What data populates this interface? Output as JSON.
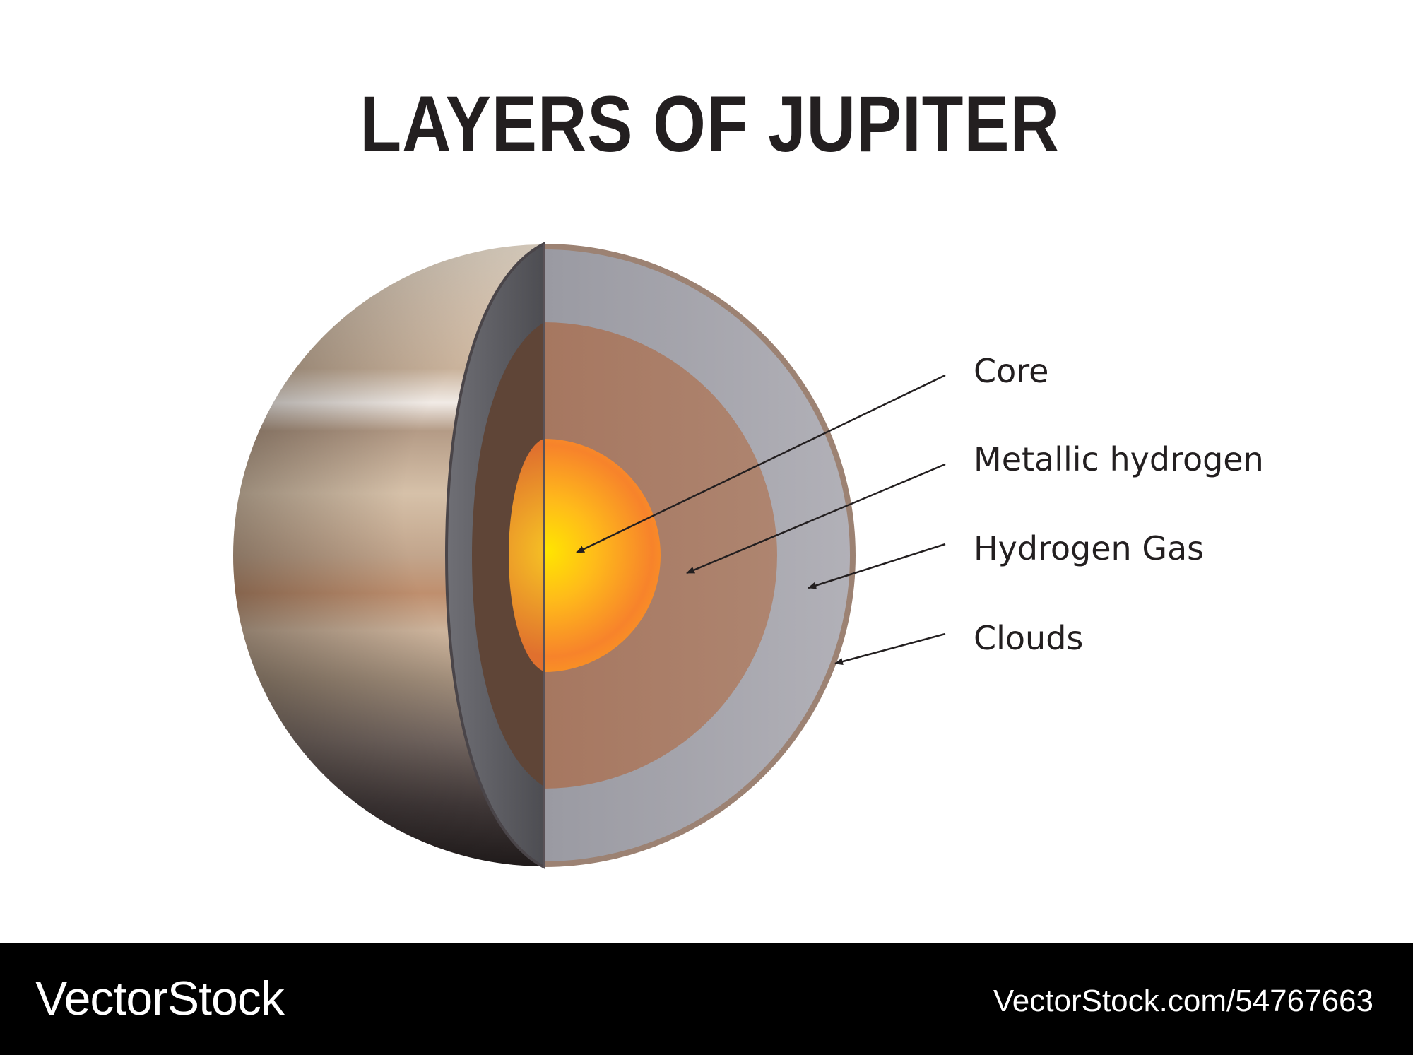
{
  "title": "LAYERS OF JUPITER",
  "layers": [
    {
      "label": "Core"
    },
    {
      "label": "Metallic hydrogen"
    },
    {
      "label": "Hydrogen Gas"
    },
    {
      "label": "Clouds"
    }
  ],
  "footer": {
    "brand": "VectorStock",
    "image_url": "VectorStock.com/54767663"
  },
  "colors": {
    "title_text": "#231f20",
    "footer_bg": "#000000",
    "footer_text": "#ffffff",
    "core": "#fcc20d",
    "metallic_hydrogen": "#a87a62",
    "hydrogen_gas": "#a3a2aa",
    "clouds_rim": "#9c8273"
  }
}
